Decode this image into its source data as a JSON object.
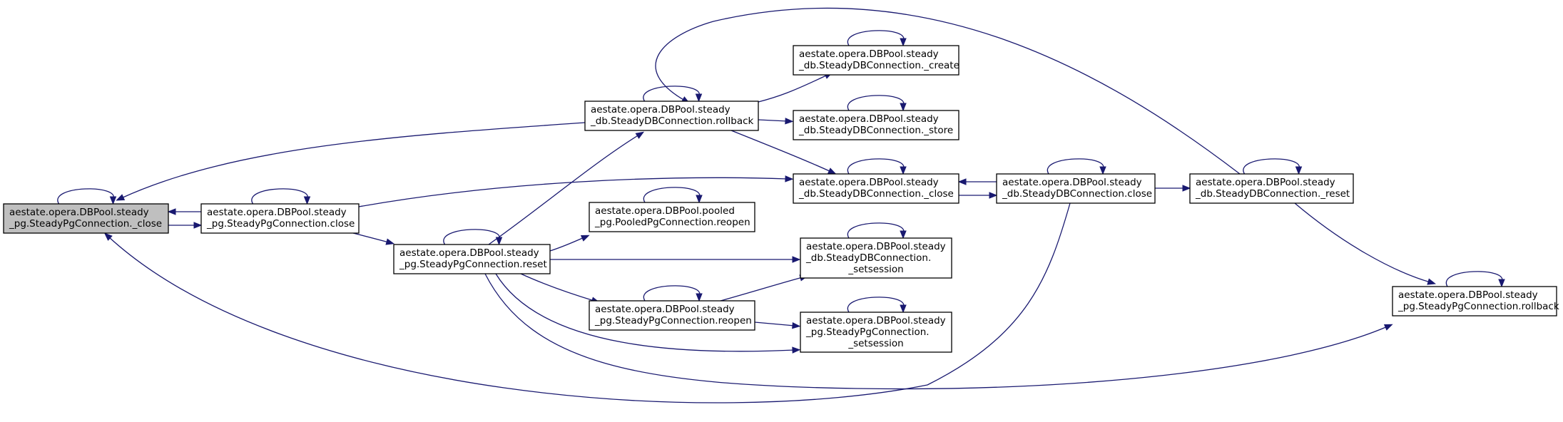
{
  "nodes": [
    {
      "id": "pg_close_private",
      "lines": [
        "aestate.opera.DBPool.steady",
        "_pg.SteadyPgConnection._close"
      ],
      "highlighted": true
    },
    {
      "id": "pg_close",
      "lines": [
        "aestate.opera.DBPool.steady",
        "_pg.SteadyPgConnection.close"
      ]
    },
    {
      "id": "pg_reset",
      "lines": [
        "aestate.opera.DBPool.steady",
        "_pg.SteadyPgConnection.reset"
      ]
    },
    {
      "id": "db_rollback",
      "lines": [
        "aestate.opera.DBPool.steady",
        "_db.SteadyDBConnection.rollback"
      ]
    },
    {
      "id": "db_create",
      "lines": [
        "aestate.opera.DBPool.steady",
        "_db.SteadyDBConnection._create"
      ]
    },
    {
      "id": "db_store",
      "lines": [
        "aestate.opera.DBPool.steady",
        "_db.SteadyDBConnection._store"
      ]
    },
    {
      "id": "db_close_private",
      "lines": [
        "aestate.opera.DBPool.steady",
        "_db.SteadyDBConnection._close"
      ]
    },
    {
      "id": "pooled_reopen",
      "lines": [
        "aestate.opera.DBPool.pooled",
        "_pg.PooledPgConnection.reopen"
      ]
    },
    {
      "id": "db_setsession",
      "lines": [
        "aestate.opera.DBPool.steady",
        "_db.SteadyDBConnection.",
        "_setsession"
      ]
    },
    {
      "id": "pg_reopen",
      "lines": [
        "aestate.opera.DBPool.steady",
        "_pg.SteadyPgConnection.reopen"
      ]
    },
    {
      "id": "pg_setsession",
      "lines": [
        "aestate.opera.DBPool.steady",
        "_pg.SteadyPgConnection.",
        "_setsession"
      ]
    },
    {
      "id": "db_close",
      "lines": [
        "aestate.opera.DBPool.steady",
        "_db.SteadyDBConnection.close"
      ]
    },
    {
      "id": "db_reset",
      "lines": [
        "aestate.opera.DBPool.steady",
        "_db.SteadyDBConnection._reset"
      ]
    },
    {
      "id": "pg_rollback",
      "lines": [
        "aestate.opera.DBPool.steady",
        "_pg.SteadyPgConnection.rollback"
      ]
    }
  ],
  "edges": [
    {
      "from": "pg_close_private",
      "to": "pg_close_private"
    },
    {
      "from": "pg_close_private",
      "to": "pg_close"
    },
    {
      "from": "pg_close",
      "to": "pg_close_private"
    },
    {
      "from": "pg_close",
      "to": "pg_close"
    },
    {
      "from": "pg_close",
      "to": "pg_reset"
    },
    {
      "from": "pg_close",
      "to": "db_close_private"
    },
    {
      "from": "pg_reset",
      "to": "pg_reset"
    },
    {
      "from": "pg_reset",
      "to": "db_rollback"
    },
    {
      "from": "pg_reset",
      "to": "pooled_reopen"
    },
    {
      "from": "pg_reset",
      "to": "db_setsession"
    },
    {
      "from": "pg_reset",
      "to": "pg_reopen"
    },
    {
      "from": "pg_reset",
      "to": "pg_setsession"
    },
    {
      "from": "pg_reset",
      "to": "pg_rollback"
    },
    {
      "from": "db_rollback",
      "to": "db_rollback"
    },
    {
      "from": "db_rollback",
      "to": "pg_close_private"
    },
    {
      "from": "db_rollback",
      "to": "db_create"
    },
    {
      "from": "db_rollback",
      "to": "db_store"
    },
    {
      "from": "db_rollback",
      "to": "db_close_private"
    },
    {
      "from": "db_create",
      "to": "db_create"
    },
    {
      "from": "db_store",
      "to": "db_store"
    },
    {
      "from": "db_close_private",
      "to": "db_close_private"
    },
    {
      "from": "db_close_private",
      "to": "db_close"
    },
    {
      "from": "db_close",
      "to": "db_close_private"
    },
    {
      "from": "db_close",
      "to": "db_close"
    },
    {
      "from": "db_close",
      "to": "db_reset"
    },
    {
      "from": "db_close",
      "to": "pg_close_private"
    },
    {
      "from": "db_reset",
      "to": "db_reset"
    },
    {
      "from": "db_reset",
      "to": "db_rollback"
    },
    {
      "from": "db_reset",
      "to": "pg_rollback"
    },
    {
      "from": "pooled_reopen",
      "to": "pooled_reopen"
    },
    {
      "from": "db_setsession",
      "to": "db_setsession"
    },
    {
      "from": "pg_reopen",
      "to": "pg_reopen"
    },
    {
      "from": "pg_reopen",
      "to": "db_setsession"
    },
    {
      "from": "pg_reopen",
      "to": "pg_setsession"
    },
    {
      "from": "pg_setsession",
      "to": "pg_setsession"
    },
    {
      "from": "pg_rollback",
      "to": "pg_rollback"
    }
  ],
  "colors": {
    "edge": "#191970",
    "highlighted_node": "#bfbfbf",
    "node": "#ffffff",
    "border": "#000000"
  }
}
